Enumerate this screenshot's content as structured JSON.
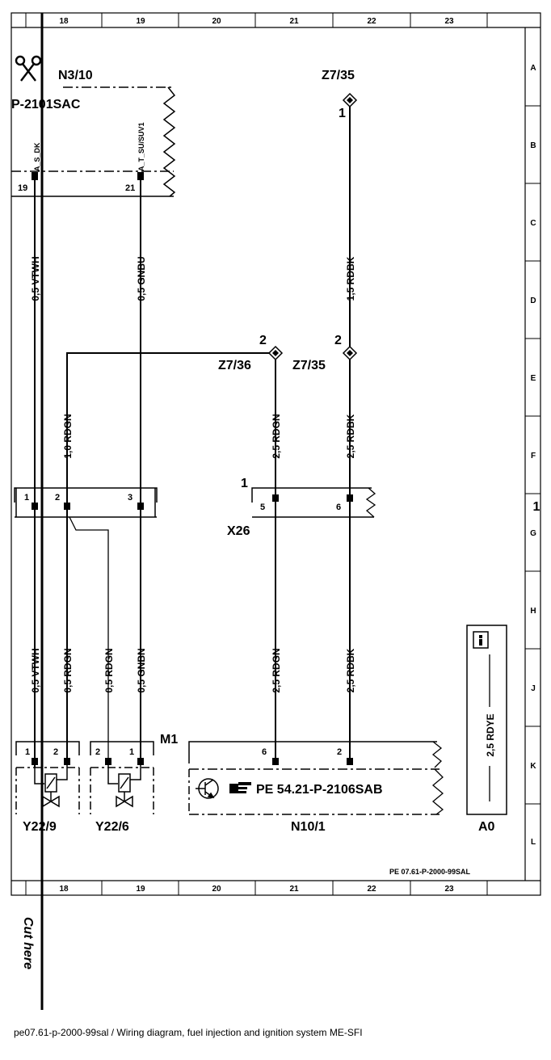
{
  "column_numbers": [
    "18",
    "19",
    "20",
    "21",
    "22",
    "23"
  ],
  "row_letters": [
    "A",
    "B",
    "C",
    "D",
    "E",
    "F",
    "G",
    "H",
    "J",
    "K",
    "L"
  ],
  "side_marker": "1",
  "components": {
    "n3_10": {
      "name": "N3/10",
      "part": "P-2101SAC",
      "signal_left": "A_S_DK",
      "signal_right": "A_T_SU/SUV1",
      "pin_left": "19",
      "pin_right": "21"
    },
    "z7_35_top": {
      "name": "Z7/35",
      "pin": "1"
    },
    "z7_36": {
      "name": "Z7/36",
      "pin": "2"
    },
    "z7_35_mid": {
      "name": "Z7/35",
      "pin": "2"
    },
    "x26": {
      "name": "X26",
      "pin_marker": "1",
      "pin_a": "5",
      "pin_b": "6"
    },
    "connector_left": {
      "pin_1": "1",
      "pin_2": "2",
      "pin_3": "3"
    },
    "y22_9": {
      "name": "Y22/9",
      "pin_1": "1",
      "pin_2": "2"
    },
    "y22_6": {
      "name": "Y22/6",
      "pin_2": "2",
      "pin_1": "1"
    },
    "m1": {
      "name": "M1"
    },
    "n10_1": {
      "name": "N10/1",
      "ref": "PE 54.21-P-2106SAB",
      "pin_a": "6",
      "pin_b": "2"
    },
    "a0": {
      "name": "A0",
      "wire": "2,5 RDYE"
    }
  },
  "wires": {
    "w_vtwh_top": "0,5 VTWH",
    "w_gnbu": "0,5 GNBU",
    "w_rdbk_top": "1,5 RDBK",
    "w_rdgn_10": "1,0 RDGN",
    "w_rdgn_25_mid": "2,5 RDGN",
    "w_rdbk_25_mid": "2,5 RDBK",
    "w_vtwh_bot": "0,5 VTWH",
    "w_rdgn_05_a": "0,5 RDGN",
    "w_rdgn_05_b": "0,5 RDGN",
    "w_gnbn": "0,5 GNBN",
    "w_rdgn_25_bot": "2,5 RDGN",
    "w_rdbk_25_bot": "2,5 RDBK"
  },
  "doc_ref": "PE 07.61-P-2000-99SAL",
  "cut_here": "Cut here",
  "caption": "pe07.61-p-2000-99sal / Wiring diagram, fuel injection and ignition system ME-SFI"
}
